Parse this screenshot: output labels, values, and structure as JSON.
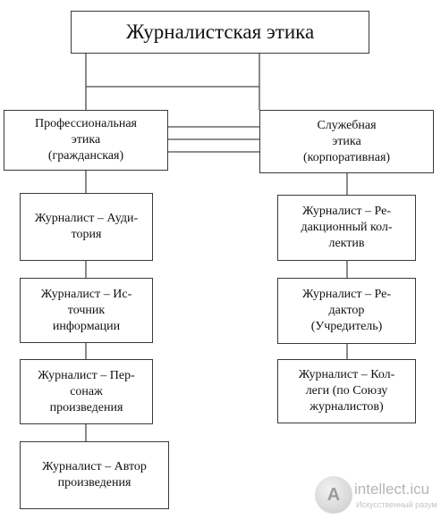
{
  "title": "Журналистская этика",
  "branches": {
    "left": {
      "lines": [
        "Профессиональная",
        "этика",
        "(гражданская)"
      ],
      "children": [
        {
          "lines": [
            "Журналист – Ауди-",
            "тория"
          ]
        },
        {
          "lines": [
            "Журналист – Ис-",
            "точник",
            "информации"
          ]
        },
        {
          "lines": [
            "Журналист – Пер-",
            "сонаж",
            "произведения"
          ]
        },
        {
          "lines": [
            "Журналист – Автор",
            "произведения"
          ]
        }
      ]
    },
    "right": {
      "lines": [
        "Служебная",
        "этика",
        "(корпоративная)"
      ],
      "children": [
        {
          "lines": [
            "Журналист – Ре-",
            "дакционный кол-",
            "лектив"
          ]
        },
        {
          "lines": [
            "Журналист – Ре-",
            "дактор",
            "(Учредитель)"
          ]
        },
        {
          "lines": [
            "Журналист – Кол-",
            "леги (по Союзу",
            "журналистов)"
          ]
        }
      ]
    }
  },
  "watermark": {
    "badge_letter": "A",
    "title": "intellect.icu",
    "subtitle": "Искусственный разум"
  }
}
